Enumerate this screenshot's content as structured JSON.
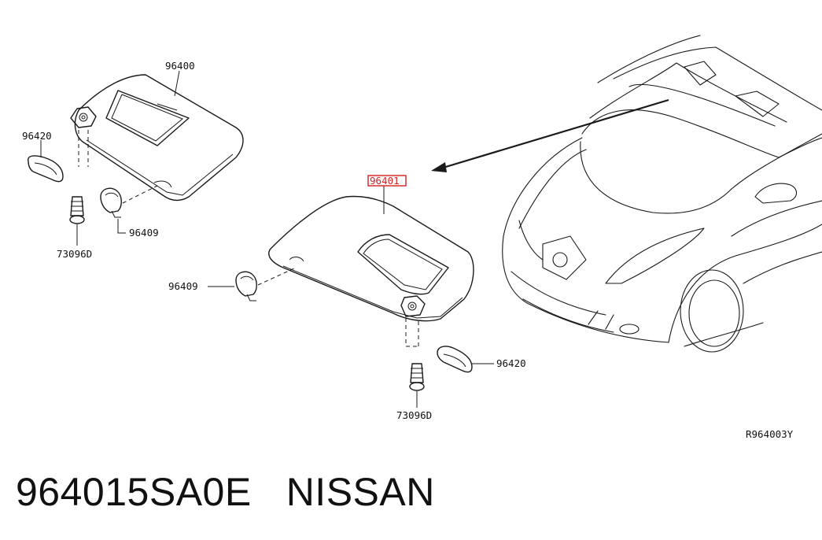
{
  "callouts": {
    "visor_left": "96400",
    "visor_right_highlighted": "96401",
    "holder_left": "96420",
    "holder_right": "96420",
    "clip_left": "96409",
    "clip_right": "96409",
    "screw_left": "73096D",
    "screw_right": "73096D"
  },
  "figure_code": "R964003Y",
  "caption": {
    "part_number": "964015SA0E",
    "brand": "NISSAN"
  },
  "colors": {
    "highlight": "#d62020",
    "ink": "#1a1a1a"
  }
}
